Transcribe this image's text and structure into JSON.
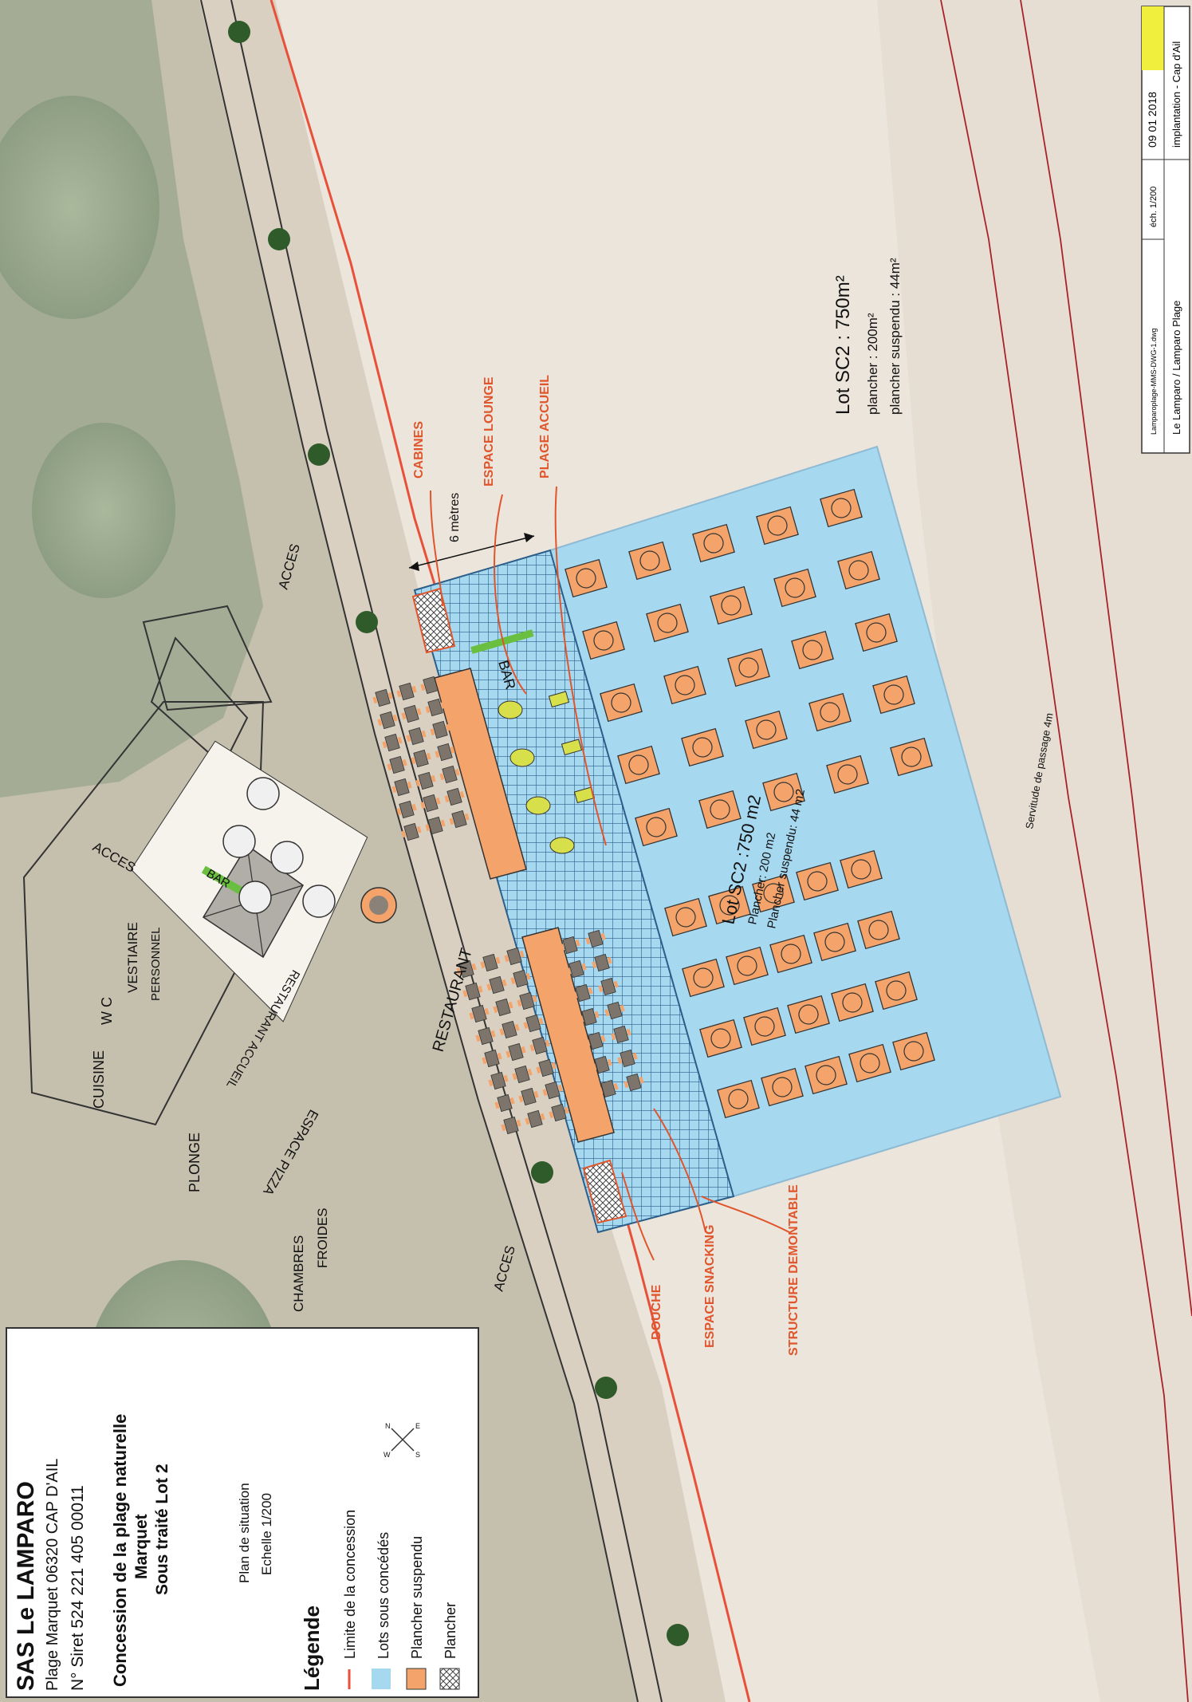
{
  "title_block": {
    "company": "SAS Le LAMPARO",
    "address": "Plage Marquet 06320 CAP D'AIL",
    "siret": "N° Siret 524 221 405 00011",
    "concession_line1": "Concession de la plage naturelle",
    "concession_line2": "Marquet",
    "concession_line3": "Sous traité Lot 2",
    "plan_label": "Plan de situation",
    "scale_label": "Echelle 1/200"
  },
  "legend": {
    "heading": "Légende",
    "items": [
      {
        "label": "Limite de la concession",
        "color": "#e8503a",
        "kind": "line"
      },
      {
        "label": "Lots sous concédés",
        "color": "#a6d8f0",
        "kind": "fill"
      },
      {
        "label": "Plancher suspendu",
        "color": "#f4a46a",
        "kind": "fill"
      },
      {
        "label": "Plancher",
        "color": "#ffffff",
        "kind": "hatch"
      }
    ]
  },
  "compass": {
    "n": "N",
    "s": "S",
    "e": "E",
    "w": "W"
  },
  "cartouche": {
    "file": "Lamparoplage-MMS-DWG-1.dwg",
    "scale": "éch. 1/200",
    "date": "09 01 2018",
    "project": "Le Lamparo / Lamparo Plage",
    "subject": "implantation - Cap d'Ail"
  },
  "lot_info": {
    "title": "Lot SC2 : 750m²",
    "plancher": "plancher : 200m²",
    "suspendu": "plancher suspendu : 44m²",
    "inner_title": "Lot SC2 :750 m2",
    "inner_plancher": "Plancher: 200 m2",
    "inner_suspendu": "Plancher suspendu: 44 m2"
  },
  "labels": {
    "cabines": "CABINES",
    "espace_lounge": "ESPACE LOUNGE",
    "plage_accueil": "PLAGE ACCUEIL",
    "six_metres": "6 mètres",
    "bar": "BAR",
    "bar2": "BAR",
    "restaurant": "RESTAURANT",
    "restaurant_accueil": "RESTAURANT ACCUEIL",
    "acces": "ACCES",
    "douche": "DOUCHE",
    "espace_snacking": "ESPACE SNACKING",
    "structure_demontable": "STRUCTURE DEMONTABLE",
    "servitude": "Servitude de passage 4m",
    "cuisine": "CUISINE",
    "wc": "W C",
    "vestiaire": "VESTIAIRE",
    "personnel": "PERSONNEL",
    "plonge": "PLONGE",
    "chambres": "CHAMBRES",
    "froides": "FROIDES",
    "espace_pizza": "ESPACE PIZZA"
  },
  "colors": {
    "concession_line": "#e8503a",
    "lot_blue": "#a6d8f0",
    "plancher_orange": "#f4a46a",
    "bar_green": "#6abf40",
    "label_orange": "#e0552b",
    "sand": "#ece5dc"
  }
}
